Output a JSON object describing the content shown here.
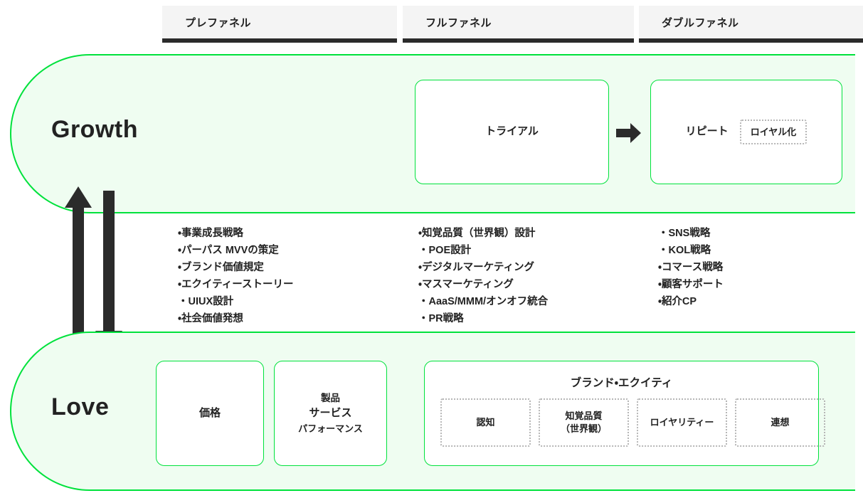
{
  "header": {
    "tabs": [
      {
        "label": "プレファネル"
      },
      {
        "label": "フルファネル"
      },
      {
        "label": "ダブルファネル"
      }
    ]
  },
  "bands": {
    "growth": {
      "title": "Growth",
      "cards": {
        "trial": {
          "label": "トライアル"
        },
        "repeat": {
          "label": "リピート",
          "chip": "ロイヤル化"
        }
      },
      "arrow_icon": "arrow-right-icon"
    },
    "love": {
      "title": "Love",
      "cards": {
        "price": {
          "label": "価格"
        },
        "product": {
          "line1": "製品",
          "line2": "サービス",
          "line3": "パフォーマンス"
        },
        "equity": {
          "title": "ブランド・エクイティ",
          "chips": [
            {
              "label": "認知"
            },
            {
              "label": "知覚品質\n（世界観）"
            },
            {
              "label": "ロイヤリティー"
            },
            {
              "label": "連想"
            }
          ]
        }
      }
    }
  },
  "columns": [
    {
      "name": "pre-funnel",
      "items": [
        "事業成長戦略",
        "パーパス MVVの策定",
        "ブランド価値規定",
        "エクイティーストーリー",
        "UIUX設計",
        "社会価値発想"
      ]
    },
    {
      "name": "full-funnel",
      "items": [
        "知覚品質（世界観）設計",
        "POE設計",
        "デジタルマーケティング",
        "マスマーケティング",
        "AaaS/MMM/オンオフ統合",
        "PR戦略"
      ]
    },
    {
      "name": "double-funnel",
      "items": [
        "SNS戦略",
        "KOL戦略",
        "コマース戦略",
        "顧客サポート",
        "紹介CP"
      ]
    }
  ],
  "arrows": {
    "up": "arrow-up-icon",
    "down": "arrow-down-icon",
    "right": "arrow-right-icon"
  },
  "colors": {
    "accent_green": "#00e23c",
    "band_fill": "#effdf1",
    "tab_bg": "#f4f4f4",
    "tab_underline": "#2b2b2b",
    "text": "#222222",
    "chip_border": "#b6b6b6"
  }
}
